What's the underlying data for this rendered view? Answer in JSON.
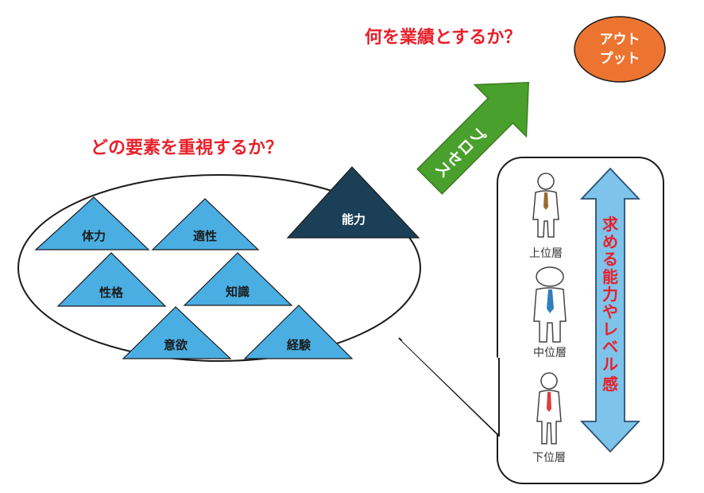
{
  "headings": {
    "elements_question": "どの要素を重視するか？",
    "performance_question": "何を業績とするか？"
  },
  "triangles": {
    "physical": "体力",
    "aptitude": "適性",
    "personality": "性格",
    "knowledge": "知識",
    "motivation": "意欲",
    "experience": "経験"
  },
  "ability": "能力",
  "process": [
    "プ",
    "ロ",
    "セ",
    "ス"
  ],
  "output": {
    "line1": "アウト",
    "line2": "プット"
  },
  "levels": {
    "upper": "上位層",
    "middle": "中位層",
    "lower": "下位層"
  },
  "vertical_label_chars": [
    "求",
    "め",
    "る",
    "能",
    "力",
    "や",
    "レ",
    "ベ",
    "ル",
    "感"
  ],
  "colors": {
    "triangle_fill": "#4aaee3",
    "ability_fill": "#1c3f58",
    "arrow_green": "#4aa02c",
    "output_orange": "#ed7430",
    "double_arrow": "#7ec3ea",
    "heading_red": "#e8202a"
  }
}
